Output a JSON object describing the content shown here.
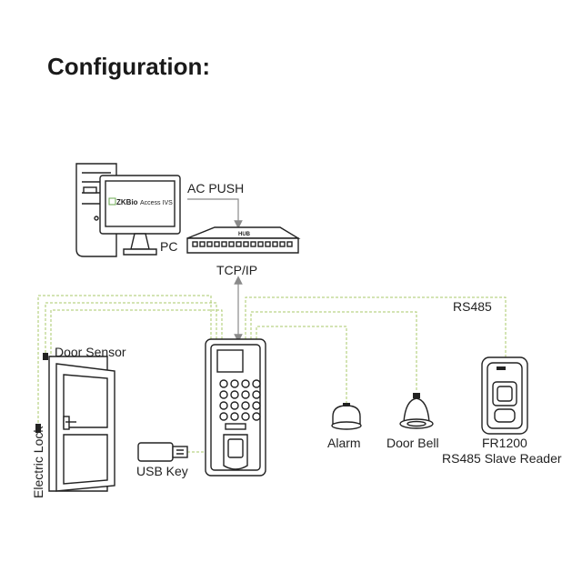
{
  "title": "Configuration:",
  "labels": {
    "ac_push": "AC PUSH",
    "pc": "PC",
    "tcp_ip": "TCP/IP",
    "rs485": "RS485",
    "door_sensor": "Door Sensor",
    "electric_lock": "Electric Lock",
    "alarm": "Alarm",
    "door_bell": "Door Bell",
    "fr1200": "FR1200",
    "slave_reader": "RS485 Slave Reader",
    "usb_key": "USB Key",
    "hub": "HUB",
    "software_brand": "ZKBio",
    "software_name": "Access IVS"
  },
  "colors": {
    "wire": "#a9c96a",
    "cable": "#8a8a8a",
    "ink": "#222222",
    "software_accent": "#6aa84f"
  }
}
